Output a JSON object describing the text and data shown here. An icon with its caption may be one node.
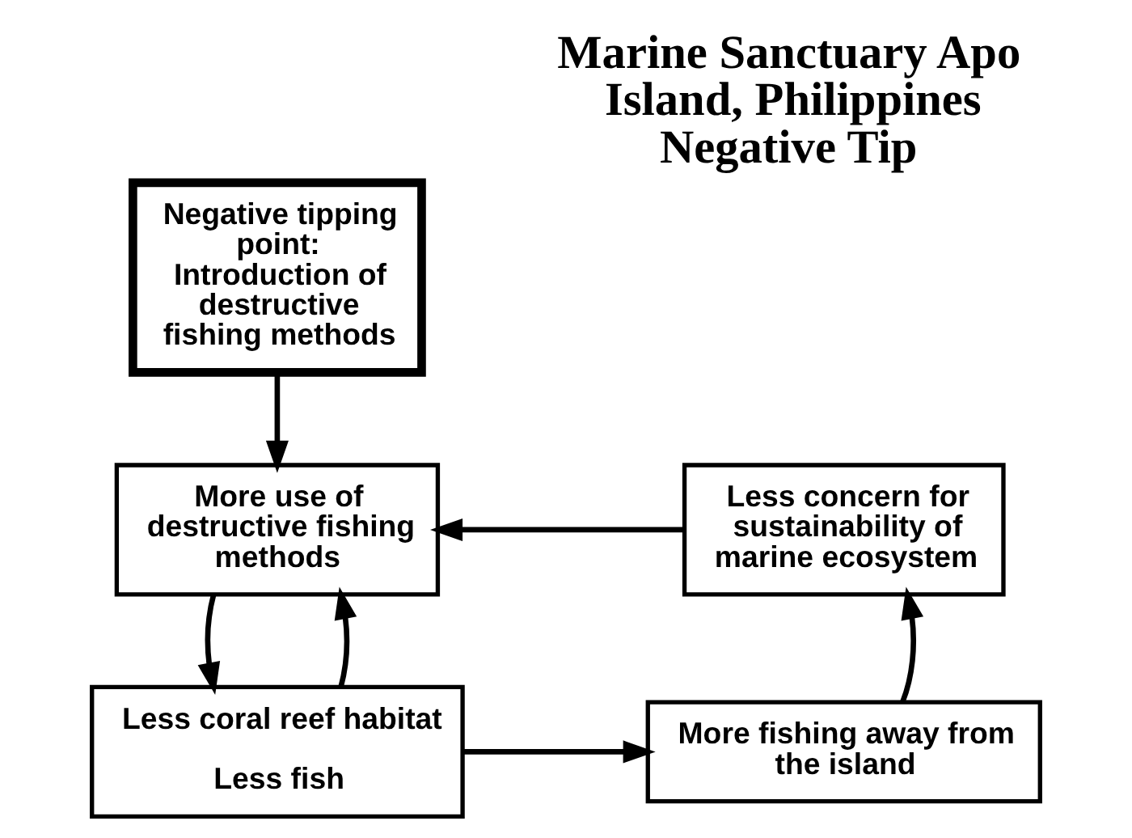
{
  "diagram": {
    "title": "Marine Sanctuary Apo Island, Philippines Negative Tip",
    "nodes": [
      {
        "text": [
          "Negative tipping point: Introduction of destructive fishing methods"
        ]
      },
      {
        "text": [
          "More use of destructive fishing methods"
        ]
      },
      {
        "text": [
          "Less concern for sustainability of marine ecosystem"
        ]
      },
      {
        "text": [
          "Less coral reef habitat",
          "Less fish"
        ]
      },
      {
        "text": [
          "More fishing away from the island"
        ]
      }
    ],
    "edges": [
      {
        "from": 0,
        "to": 1,
        "arrow": "to"
      },
      {
        "from": 2,
        "to": 1,
        "arrow": "to"
      },
      {
        "from": 1,
        "to": 3,
        "arrow": "to"
      },
      {
        "from": 3,
        "to": 1,
        "arrow": "to"
      },
      {
        "from": 3,
        "to": 4,
        "arrow": "to"
      },
      {
        "from": 4,
        "to": 2,
        "arrow": "to"
      }
    ]
  }
}
